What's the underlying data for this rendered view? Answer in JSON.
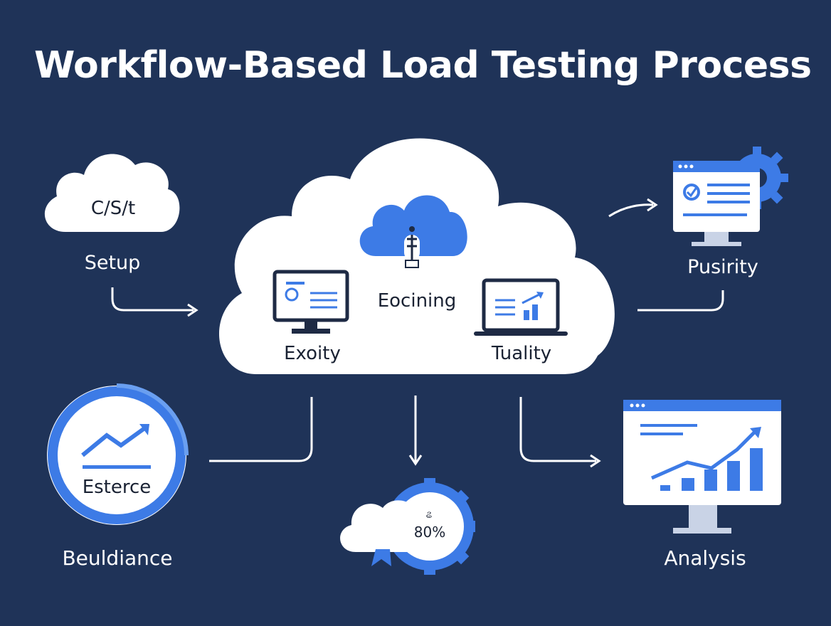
{
  "title": "Workflow-Based Load Testing Process",
  "colors": {
    "background": "#1f3358",
    "accent": "#3d7be6",
    "cloud": "#ffffff",
    "dark": "#1e2a44"
  },
  "nodes": {
    "setup": {
      "cloud_text": "C/S/t",
      "label": "Setup",
      "icon": "cloud-icon"
    },
    "center": {
      "top_label": "Eocining",
      "left_label": "Exoity",
      "right_label": "Tuality",
      "icons": [
        "monitor-dashboard-icon",
        "cloud-lightbulb-icon",
        "laptop-chart-icon"
      ]
    },
    "pusirity": {
      "label": "Pusirity",
      "icon": "monitor-gear-icon"
    },
    "esterce": {
      "inner_label": "Esterce",
      "label": "Beuldiance",
      "icon": "trend-ring-icon"
    },
    "gear": {
      "small_text": "ଌ",
      "value_text": "80%",
      "icon": "cloud-gear-icon"
    },
    "analysis": {
      "label": "Analysis",
      "icon": "monitor-bar-chart-icon"
    }
  }
}
